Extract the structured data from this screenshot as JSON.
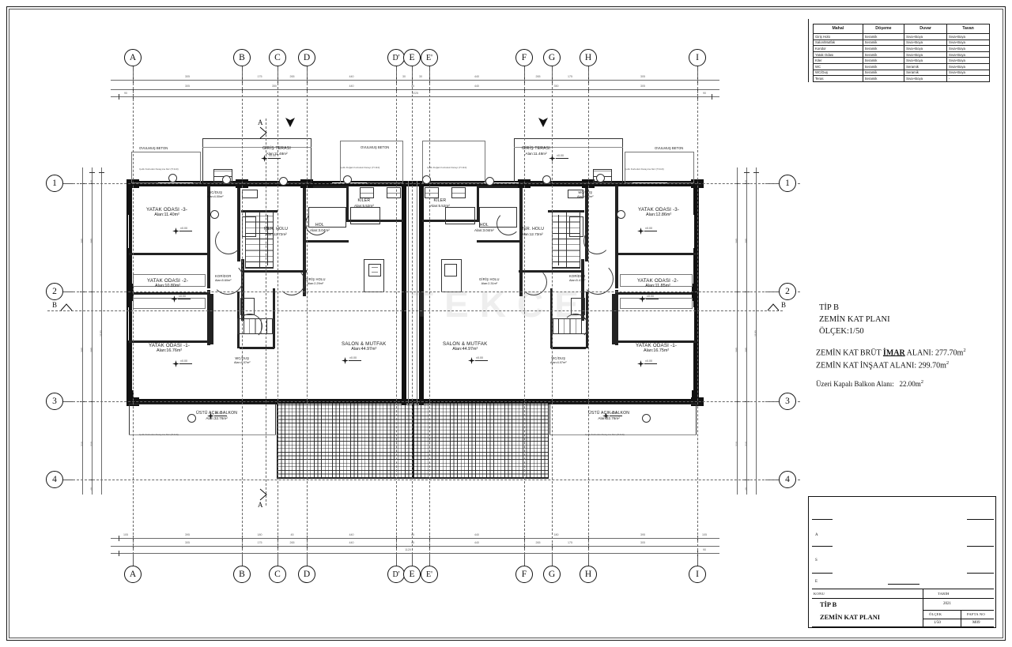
{
  "sheet": {
    "watermark": "TEKCE"
  },
  "material_table": {
    "headers": [
      "Mahal",
      "Döşeme",
      "Duvar",
      "Tavan"
    ],
    "rows": [
      [
        "Giriş Holü",
        "Seramik",
        "Sıva+Boya",
        "Sıva+Boya"
      ],
      [
        "Salon/Mutfak",
        "Seramik",
        "Sıva+Boya",
        "Sıva+Boya"
      ],
      [
        "Koridor",
        "Seramik",
        "Sıva+Boya",
        "Sıva+Boya"
      ],
      [
        "Yatak Odası",
        "Seramik",
        "Sıva+Boya",
        "Sıva+Boya"
      ],
      [
        "Kiler",
        "Seramik",
        "Sıva+Boya",
        "Sıva+Boya"
      ],
      [
        "WC",
        "Seramik",
        "Seramik",
        "Sıva+Boya"
      ],
      [
        "WC/Duş",
        "Seramik",
        "Seramik",
        "Sıva+Boya"
      ],
      [
        "Teras",
        "Seramik",
        "Sıva+Boya",
        "-"
      ]
    ]
  },
  "info": {
    "type_label": "TİP B",
    "plan_label": "ZEMİN KAT PLANI",
    "scale_label": "ÖLÇEK:1/50",
    "gross_prefix": "ZEMİN KAT BRÜT ",
    "gross_underlined": "İMAR",
    "gross_suffix": " ALANI: 277.70m",
    "construction": "ZEMİN KAT İNŞAAT ALANI: 299.70m",
    "balcony_label": "Üzeri Kapalı Balkon Alanı:",
    "balcony_value": "22.00m",
    "sup": "2"
  },
  "titleblock": {
    "konu_label": "KONU",
    "tarih_label": "TARİH",
    "tarih_value": "2021",
    "olcek_label": "ÖLÇEK",
    "olcek_value": "1/50",
    "pafta_label": "PAFTA NO",
    "pafta_value": "M09",
    "subject_line1": "TİP B",
    "subject_line2": "ZEMİN KAT PLANI",
    "stamp_rows": [
      "",
      "",
      "A",
      "S",
      "E"
    ]
  },
  "grid": {
    "columns_top": [
      "A",
      "B",
      "C",
      "D",
      "D'",
      "E",
      "E'",
      "F",
      "G",
      "H",
      "I"
    ],
    "columns_bottom": [
      "A",
      "B",
      "C",
      "D",
      "D'",
      "E",
      "E'",
      "F",
      "G",
      "H",
      "I"
    ],
    "rows_left": [
      "1",
      "2",
      "3",
      "4"
    ],
    "rows_right": [
      "1",
      "2",
      "3",
      "4"
    ],
    "section_marks": [
      "A",
      "B",
      "B",
      "A"
    ]
  },
  "rooms_left": [
    {
      "name": "YATAK ODASI -3-",
      "area": "Alan:11.40m²"
    },
    {
      "name": "YATAK ODASI -2-",
      "area": "Alan:10.80m²"
    },
    {
      "name": "YATAK ODASI -1-",
      "area": "Alan:16.76m²"
    },
    {
      "name": "KORİDOR",
      "area": "Alan:5.60m²"
    },
    {
      "name": "MER. HOLU",
      "area": "Alan:12.72m²"
    },
    {
      "name": "HOL",
      "area": "Alan:3.04m²"
    },
    {
      "name": "GİRİŞ HOLU",
      "area": "Alan:2.29m²"
    },
    {
      "name": "KİLER",
      "area": "Alan:5.52m²"
    },
    {
      "name": "SALON & MUTFAK",
      "area": "Alan:44.97m²"
    },
    {
      "name": "GİRİŞ TERASI",
      "area": "Alan:11.48m²"
    },
    {
      "name": "ÜSTÜ AÇIK BALKON",
      "area": "Alan:32.76m²"
    },
    {
      "name": "WC/DUŞ",
      "area": "Alan:4.07m²"
    },
    {
      "name": "WC/DUŞ",
      "area": "Alan:4.00m²"
    }
  ],
  "rooms_right": [
    {
      "name": "YATAK ODASI -3-",
      "area": "Alan:12.86m²"
    },
    {
      "name": "YATAK ODASI -2-",
      "area": "Alan:11.85m²"
    },
    {
      "name": "YATAK ODASI -1-",
      "area": "Alan:16.75m²"
    },
    {
      "name": "KORİDOR",
      "area": "Alan:5.47m²"
    },
    {
      "name": "MER. HOLU",
      "area": "Alan:12.73m²"
    },
    {
      "name": "HOL",
      "area": "Alan:3.04m²"
    },
    {
      "name": "GİRİŞ HOLU",
      "area": "Alan:2.31m²"
    },
    {
      "name": "KİLER",
      "area": "Alan:5.52m²"
    },
    {
      "name": "SALON & MUTFAK",
      "area": "Alan:44.97m²"
    },
    {
      "name": "GİRİŞ TERASI",
      "area": "Alan:11.48m²"
    },
    {
      "name": "ÜSTÜ AÇIK BALKON",
      "area": "Alan:32.76m²"
    },
    {
      "name": "WC/DUŞ",
      "area": "Alan:4.07m²"
    },
    {
      "name": "WC/DUŞ",
      "area": "Alan:4.00m²"
    }
  ],
  "annotations": {
    "concrete_left": "OVULMUŞ BETON",
    "concrete_mid": "OVULMUŞ BETON",
    "concrete_right": "OVULMUŞ BETON",
    "rail_note": "Çelik Korkuluk Detayına bkz (H:110)",
    "rail_note2": "Çelik Doğalı Korkuluk Detayı (H:110)",
    "level_00": "±0.00",
    "level_m": "-0.05"
  },
  "dimensions": {
    "top_chain_1": [
      "90",
      "175",
      "340",
      "440",
      "30",
      "30",
      "30",
      "440",
      "340",
      "175",
      "90"
    ],
    "top_chain_2": [
      "305",
      "350",
      "265",
      "255",
      "45",
      "255",
      "265",
      "350",
      "305"
    ],
    "bottom_chain_1": [
      "105",
      "395",
      "180",
      "45",
      "45",
      "440",
      "395",
      "105"
    ],
    "bottom_chain_2": [
      "305",
      "175",
      "340",
      "440",
      "440",
      "340",
      "175",
      "305"
    ],
    "left_chain": [
      "395",
      "395",
      "310",
      "310"
    ],
    "right_chain": [
      "395",
      "310",
      "255",
      "310"
    ]
  }
}
